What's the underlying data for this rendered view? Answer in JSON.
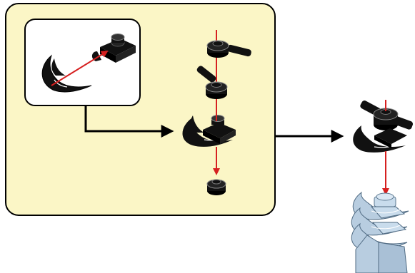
{
  "diagram": {
    "panel_color": "#fbf6c6",
    "panel_border_color": "#000000",
    "inset_color": "#ffffff",
    "flow_arrow_color": "#000000",
    "motion_arrow_color": "#d62020",
    "part_color": "#111111",
    "highlight_color": "#bfe3ff",
    "assembly_color": "#b8cde0",
    "subassembly_steps": [
      {
        "part": "round-plate-with-bar-handle"
      },
      {
        "part": "round-plate-with-bar-handle"
      },
      {
        "part": "claw-on-plate-with-clip"
      },
      {
        "part": "round-plate-1x1"
      }
    ],
    "callout_parts": [
      "claw-piece",
      "plate-with-clip"
    ],
    "result": "completed-subassembly",
    "target": "light-blue-claw-stack"
  }
}
